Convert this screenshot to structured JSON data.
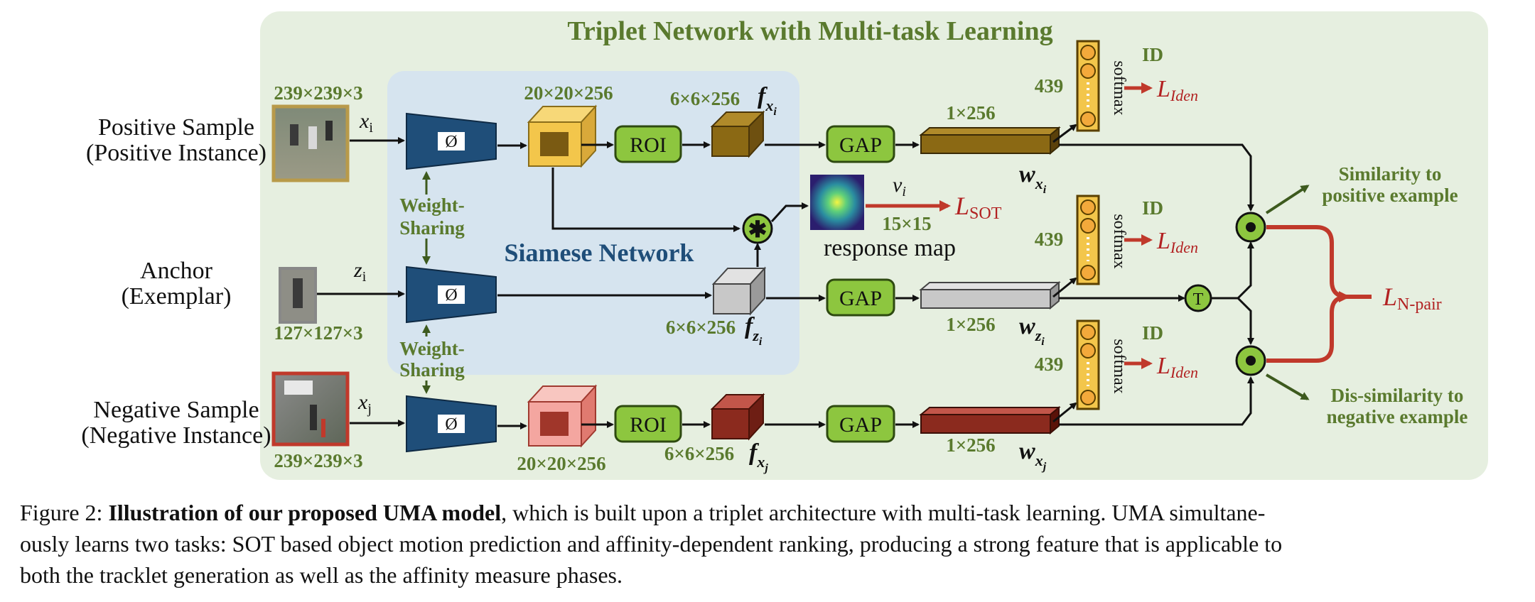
{
  "title": "Triplet Network with Multi-task Learning",
  "siamese_label": "Siamese Network",
  "inputs": {
    "positive": {
      "line1": "Positive Sample",
      "line2": "(Positive Instance)",
      "var": "x",
      "sub": "i",
      "size": "239×239×3"
    },
    "anchor": {
      "line1": "Anchor",
      "line2": "(Exemplar)",
      "var": "z",
      "sub": "i",
      "size": "127×127×3"
    },
    "negative": {
      "line1": "Negative Sample",
      "line2": "(Negative Instance)",
      "var": "x",
      "sub": "j",
      "size": "239×239×3"
    }
  },
  "phi_symbol": "Ø",
  "weight_sharing": [
    "Weight-",
    "Sharing"
  ],
  "feature_map_size": "20×20×256",
  "roi_label": "ROI",
  "roi_output_size": "6×6×256",
  "feature_symbol": "f",
  "gap_label": "GAP",
  "embedding_size": "1×256",
  "embedding_symbol": "w",
  "response": {
    "var": "v",
    "sub": "i",
    "size": "15×15",
    "label": "response map",
    "loss": "L",
    "loss_sub": "SOT"
  },
  "id_branch": {
    "count": "439",
    "softmax": "softmax",
    "id": "ID",
    "loss": "L",
    "loss_sub": "Iden"
  },
  "transpose_symbol": "T",
  "similarity_pos": [
    "Similarity to",
    "positive example"
  ],
  "similarity_neg": [
    "Dis-similarity to",
    "negative example"
  ],
  "npair_loss": {
    "main": "L",
    "sub": "N-pair"
  },
  "caption": {
    "prefix": "Figure 2: ",
    "bold": "Illustration of our proposed UMA model",
    "line1_rest": ", which is built upon a triplet architecture with multi-task learning. UMA simultane-",
    "line2": "ously learns two tasks: SOT based object motion prediction and affinity-dependent ranking, producing a strong feature that is applicable to",
    "line3": "both the tracklet generation as well as the affinity measure phases."
  },
  "colors": {
    "panel_bg": "#e6efe0",
    "siamese_bg": "#d6e4ef",
    "encoder": "#1f4e79",
    "gap_fill": "#8dc63f",
    "positive_feat": "#f3c64b",
    "positive_emb": "#8b6914",
    "anchor_feat": "#c8c8c8",
    "negative_feat": "#f4a6a0",
    "negative_emb": "#8b2a1e",
    "loss_arrow": "#c0392b",
    "label_green": "#5a7a2e"
  }
}
